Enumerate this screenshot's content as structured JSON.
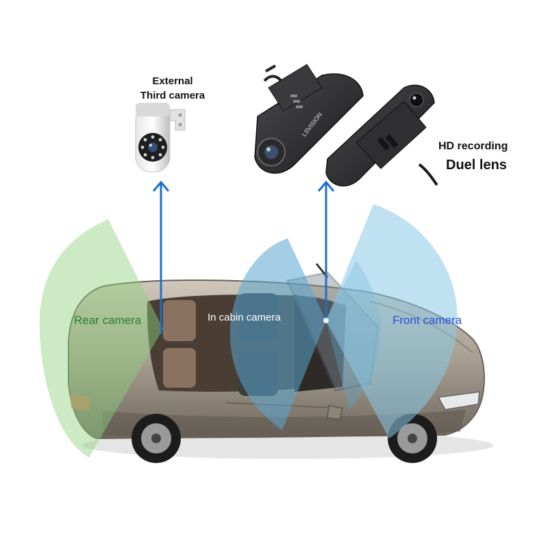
{
  "labels": {
    "external_line1": "External",
    "external_line2": "Third camera",
    "hd_recording": "HD recording",
    "duel_lens": "Duel lens",
    "rear_camera": "Rear camera",
    "in_cabin_camera": "In cabin camera",
    "front_camera": "Front camera",
    "brand_on_device": "LSVISION"
  },
  "colors": {
    "rear_cone": "#8fd27e",
    "cabin_cone": "#5aa5cf",
    "front_cone": "#8ac8e6",
    "arrow": "#1f6fc9",
    "rear_text": "#2e7d32",
    "front_text": "#2d4fd6",
    "car_body": "#b3aa9d",
    "device_body": "#2b2b2d"
  }
}
